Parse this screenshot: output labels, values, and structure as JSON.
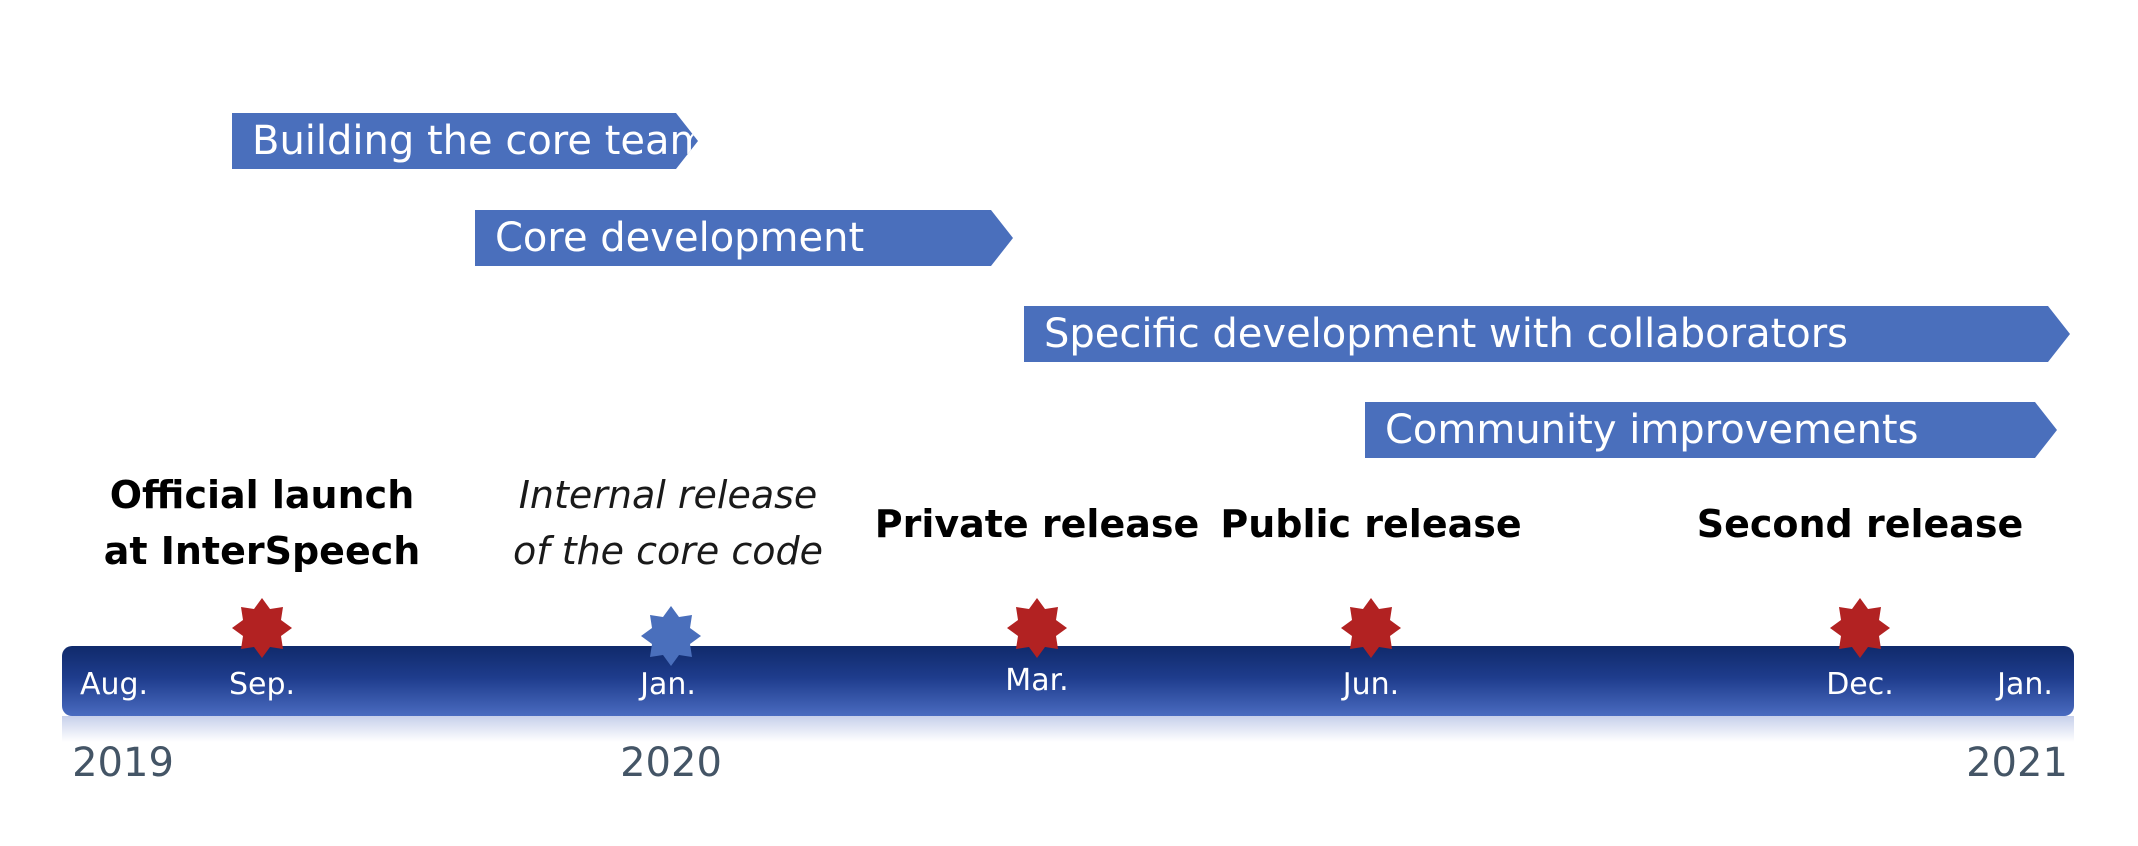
{
  "colors": {
    "banner": "#4a6fbc",
    "axis_dark": "#102a6b",
    "axis_light": "#4a6bc0",
    "star_red": "#b22222",
    "star_blue": "#4a6fbc",
    "year_text": "#445566"
  },
  "phases": [
    {
      "label": "Building the core team"
    },
    {
      "label": "Core development"
    },
    {
      "label": "Specific development with collaborators"
    },
    {
      "label": "Community improvements"
    }
  ],
  "milestones": [
    {
      "lines": [
        "Official launch",
        "at InterSpeech"
      ],
      "style": "bold",
      "marker": "red-star-icon"
    },
    {
      "lines": [
        "Internal release",
        "of the core code"
      ],
      "style": "italic",
      "marker": "blue-star-icon"
    },
    {
      "lines": [
        "Private release"
      ],
      "style": "bold",
      "marker": "red-star-icon"
    },
    {
      "lines": [
        "Public release"
      ],
      "style": "bold",
      "marker": "red-star-icon"
    },
    {
      "lines": [
        "Second release"
      ],
      "style": "bold",
      "marker": "red-star-icon"
    }
  ],
  "months": [
    "Aug.",
    "Sep.",
    "Jan.",
    "Mar.",
    "Jun.",
    "Dec.",
    "Jan."
  ],
  "years": [
    "2019",
    "2020",
    "2021"
  ]
}
